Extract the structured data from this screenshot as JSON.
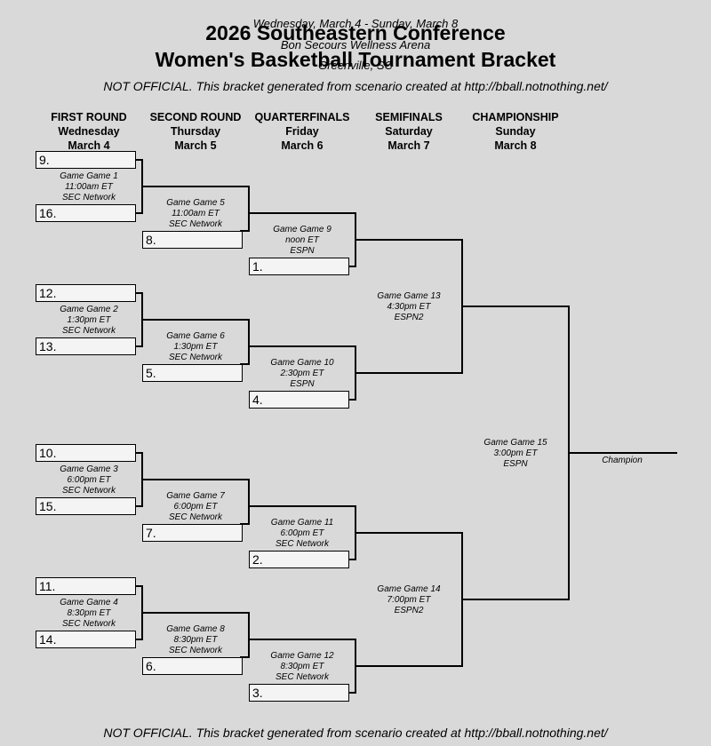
{
  "header": {
    "dates": "Wednesday, March 4 - Sunday, March 8",
    "title_line1": "2026 Southeastern Conference",
    "venue": "Bon Secours Wellness Arena",
    "title_line2": "Women's Basketball Tournament Bracket",
    "city": "Greenville, SC",
    "disclaimer": "NOT OFFICIAL.  This bracket generated from scenario created at http://bball.notnothing.net/"
  },
  "rounds": [
    {
      "name": "FIRST ROUND",
      "day": "Wednesday",
      "date": "March 4"
    },
    {
      "name": "SECOND ROUND",
      "day": "Thursday",
      "date": "March 5"
    },
    {
      "name": "QUARTERFINALS",
      "day": "Friday",
      "date": "March 6"
    },
    {
      "name": "SEMIFINALS",
      "day": "Saturday",
      "date": "March 7"
    },
    {
      "name": "CHAMPIONSHIP",
      "day": "Sunday",
      "date": "March 8"
    }
  ],
  "seeds": {
    "g1_top": "9.",
    "g1_bot": "16.",
    "g2_top": "12.",
    "g2_bot": "13.",
    "g3_top": "10.",
    "g3_bot": "15.",
    "g4_top": "11.",
    "g4_bot": "14.",
    "g5_bot": "8.",
    "g6_bot": "5.",
    "g7_bot": "7.",
    "g8_bot": "6.",
    "g9_bot": "1.",
    "g10_bot": "4.",
    "g11_bot": "2.",
    "g12_bot": "3."
  },
  "games": {
    "g1": {
      "label": "Game Game 1",
      "time": "11:00am ET",
      "network": "SEC Network"
    },
    "g2": {
      "label": "Game Game 2",
      "time": "1:30pm ET",
      "network": "SEC Network"
    },
    "g3": {
      "label": "Game Game 3",
      "time": "6:00pm ET",
      "network": "SEC Network"
    },
    "g4": {
      "label": "Game Game 4",
      "time": "8:30pm ET",
      "network": "SEC Network"
    },
    "g5": {
      "label": "Game Game 5",
      "time": "11:00am ET",
      "network": "SEC Network"
    },
    "g6": {
      "label": "Game Game 6",
      "time": "1:30pm ET",
      "network": "SEC Network"
    },
    "g7": {
      "label": "Game Game 7",
      "time": "6:00pm ET",
      "network": "SEC Network"
    },
    "g8": {
      "label": "Game Game 8",
      "time": "8:30pm ET",
      "network": "SEC Network"
    },
    "g9": {
      "label": "Game Game 9",
      "time": "noon ET",
      "network": "ESPN"
    },
    "g10": {
      "label": "Game Game 10",
      "time": "2:30pm ET",
      "network": "ESPN"
    },
    "g11": {
      "label": "Game Game 11",
      "time": "6:00pm ET",
      "network": "SEC Network"
    },
    "g12": {
      "label": "Game Game 12",
      "time": "8:30pm ET",
      "network": "SEC Network"
    },
    "g13": {
      "label": "Game Game 13",
      "time": "4:30pm ET",
      "network": "ESPN2"
    },
    "g14": {
      "label": "Game Game 14",
      "time": "7:00pm ET",
      "network": "ESPN2"
    },
    "g15": {
      "label": "Game Game 15",
      "time": "3:00pm ET",
      "network": "ESPN"
    }
  },
  "champion_label": "Champion"
}
